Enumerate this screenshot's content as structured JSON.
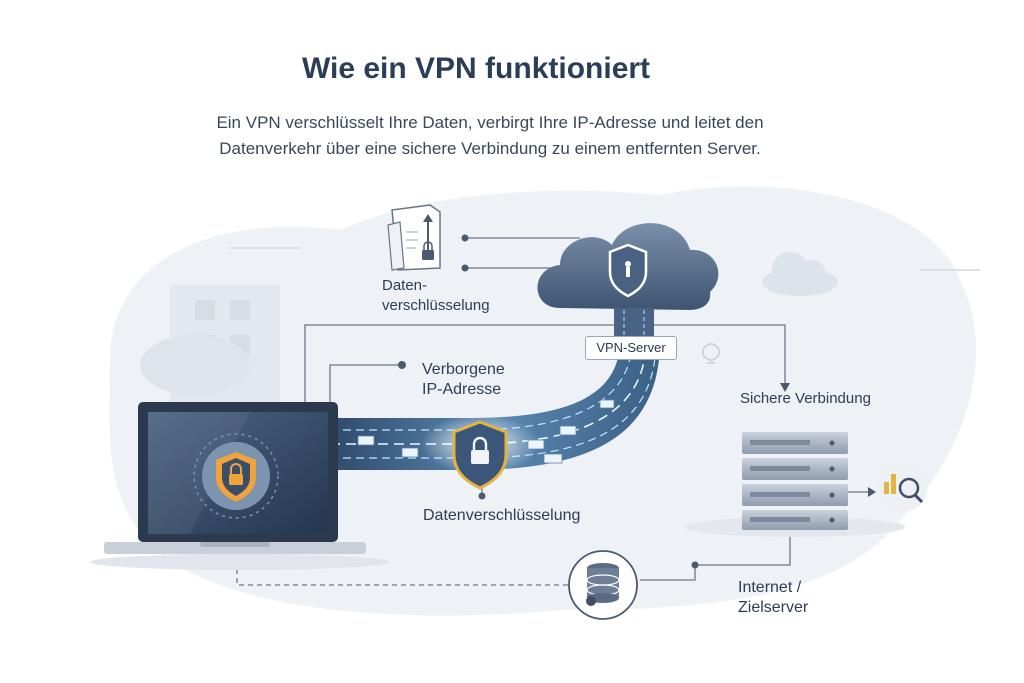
{
  "title": "Wie ein VPN funktioniert",
  "subtitle": {
    "line1": "Ein VPN verschlüsselt Ihre Daten, verbirgt Ihre IP-Adresse und leitet den",
    "line2": "Datenverkehr über eine sichere Verbindung zu einem entfernten Server."
  },
  "labels": {
    "encryption_top_line1": "Daten-",
    "encryption_top_line2": "verschlüsselung",
    "hidden_ip_line1": "Verborgene",
    "hidden_ip_line2": "IP-Adresse",
    "encryption_bottom": "Datenverschlüsselung",
    "vpn_server": "VPN-Server",
    "secure_connection": "Sichere Verbindung",
    "internet_line1": "Internet /",
    "internet_line2": "Zielserver"
  },
  "icons": {
    "document": "document-lock-icon",
    "cloud": "cloud-shield-icon",
    "laptop": "laptop-icon",
    "tunnel_shield": "shield-lock-icon",
    "server": "server-rack-icon",
    "database": "database-icon",
    "analytics": "analytics-magnifier-icon",
    "bulb": "lightbulb-icon"
  },
  "colors": {
    "title": "#2c3e57",
    "accent_gold": "#e3b43f",
    "shield_orange": "#f0a23c",
    "tunnel": "#4f6f92",
    "cloud": "#5c7390",
    "line": "#6c7788"
  }
}
